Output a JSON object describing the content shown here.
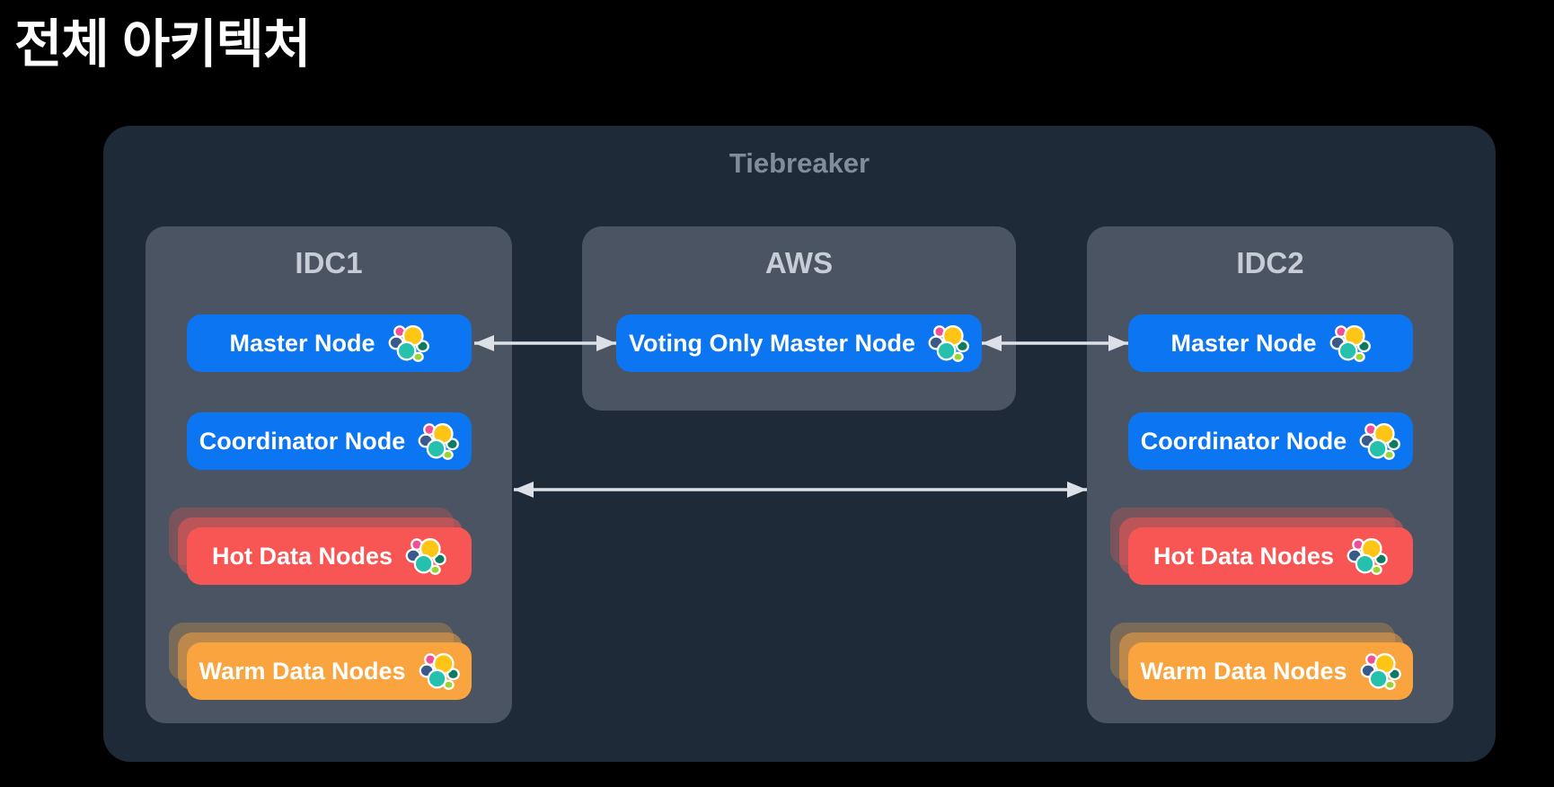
{
  "page": {
    "title": "전체 아키텍처"
  },
  "diagram": {
    "tiebreaker_label": "Tiebreaker",
    "zones": [
      {
        "id": "idc1",
        "label": "IDC1",
        "nodes": [
          {
            "label": "Master Node",
            "icon": "elasticsearch-cluster",
            "color": "#0b75f2",
            "stacked": false
          },
          {
            "label": "Coordinator Node",
            "icon": "elasticsearch-cluster",
            "color": "#0b75f2",
            "stacked": false
          },
          {
            "label": "Hot Data Nodes",
            "icon": "elasticsearch-cluster",
            "color": "#f85654",
            "stacked": true
          },
          {
            "label": "Warm Data Nodes",
            "icon": "elasticsearch-cluster",
            "color": "#f9a43f",
            "stacked": true
          }
        ]
      },
      {
        "id": "aws",
        "label": "AWS",
        "nodes": [
          {
            "label": "Voting Only Master Node",
            "icon": "elasticsearch-cluster",
            "color": "#0b75f2",
            "stacked": false
          }
        ]
      },
      {
        "id": "idc2",
        "label": "IDC2",
        "nodes": [
          {
            "label": "Master Node",
            "icon": "elasticsearch-cluster",
            "color": "#0b75f2",
            "stacked": false
          },
          {
            "label": "Coordinator Node",
            "icon": "elasticsearch-cluster",
            "color": "#0b75f2",
            "stacked": false
          },
          {
            "label": "Hot Data Nodes",
            "icon": "elasticsearch-cluster",
            "color": "#f85654",
            "stacked": true
          },
          {
            "label": "Warm Data Nodes",
            "icon": "elasticsearch-cluster",
            "color": "#f9a43f",
            "stacked": true
          }
        ]
      }
    ],
    "connections": [
      {
        "from": "idc1-master-node",
        "to": "aws-voting-only-master-node",
        "bidirectional": true
      },
      {
        "from": "aws-voting-only-master-node",
        "to": "idc2-master-node",
        "bidirectional": true
      },
      {
        "from": "idc1",
        "to": "idc2",
        "bidirectional": true
      }
    ],
    "colors": {
      "background": "#000000",
      "tiebreaker_container": "#1f2a38",
      "zone_box": "#4a5462",
      "node_blue": "#0b75f2",
      "node_red": "#f85654",
      "node_orange": "#f9a43f",
      "zone_title_text": "#c7cdd6",
      "tiebreaker_text": "#828d9b",
      "arrow": "#dde1e7",
      "elastic_logo": [
        "#f04e98",
        "#fec514",
        "#3a5a8c",
        "#25c1ad",
        "#0f7a63",
        "#9bd32f"
      ]
    }
  }
}
